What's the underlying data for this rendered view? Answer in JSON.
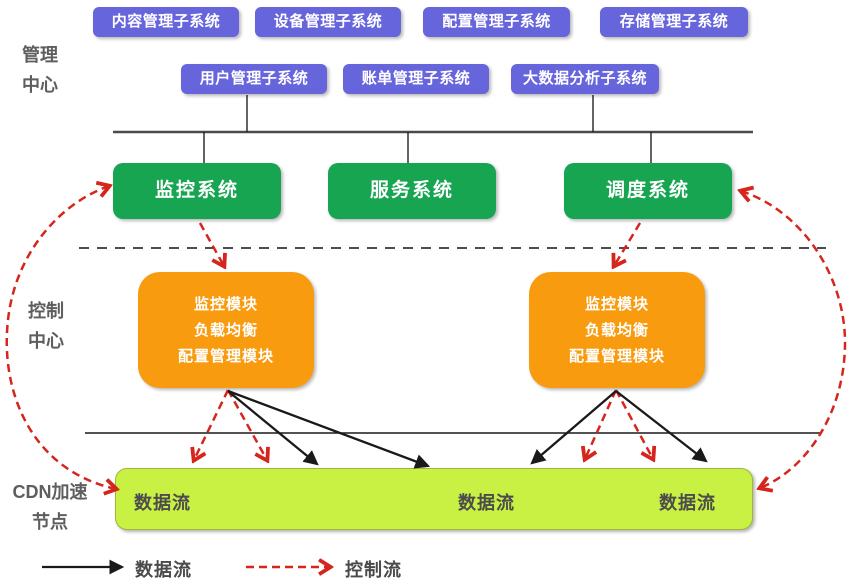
{
  "layers": {
    "management": {
      "label": [
        "管理",
        "中心"
      ],
      "subsystems_row1": [
        "内容管理子系统",
        "设备管理子系统",
        "配置管理子系统",
        "存储管理子系统"
      ],
      "subsystems_row2": [
        "用户管理子系统",
        "账单管理子系统",
        "大数据分析子系统"
      ],
      "systems": [
        "监控系统",
        "服务系统",
        "调度系统"
      ]
    },
    "control": {
      "label": [
        "控制",
        "中心"
      ],
      "module_lines": [
        "监控模块",
        "负载均衡",
        "配置管理模块"
      ]
    },
    "cdn": {
      "label": [
        "CDN加速",
        "节点"
      ],
      "stream_labels": [
        "数据流",
        "数据流",
        "数据流"
      ]
    }
  },
  "legend": {
    "data_flow_label": "数据流",
    "control_flow_label": "控制流"
  },
  "colors": {
    "subsystem_purple": "#6765dc",
    "system_green": "#17a551",
    "module_orange": "#f89b0e",
    "node_bar_green": "#c9f144",
    "control_flow_red": "#d6251c",
    "data_flow_black": "#1a1a1a",
    "side_label_gray": "#5e5e5e"
  }
}
